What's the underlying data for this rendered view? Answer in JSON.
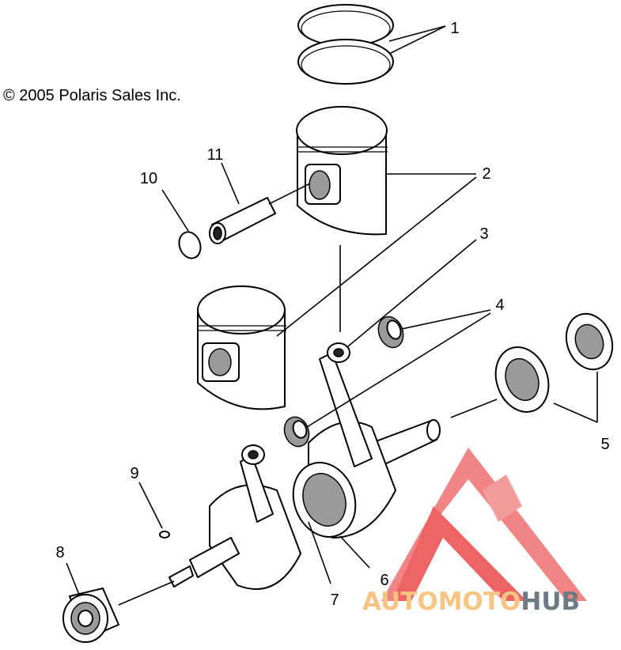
{
  "copyright": "© 2005 Polaris Sales Inc.",
  "callouts": {
    "c1": "1",
    "c2": "2",
    "c3": "3",
    "c4": "4",
    "c5": "5",
    "c6": "6",
    "c7": "7",
    "c8": "8",
    "c9": "9",
    "c10": "10",
    "c11": "11"
  },
  "watermark": {
    "part1": "AUTOMOTO",
    "part2": "HUB",
    "colors": {
      "logo": "#ec4a4a",
      "part1": "#f6c483",
      "part2": "#6e7b82"
    }
  }
}
